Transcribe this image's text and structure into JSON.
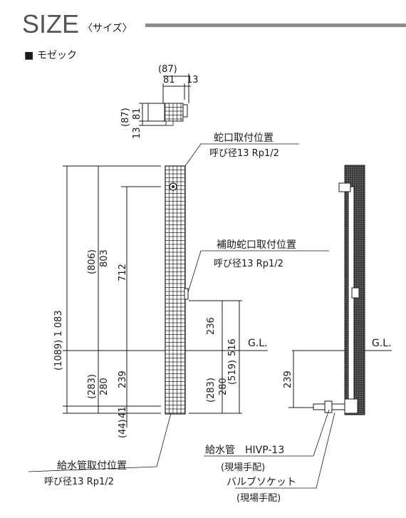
{
  "header": {
    "title": "SIZE",
    "subtitle": "〈サイズ〉",
    "bar_color": "#8c8c8c"
  },
  "section": {
    "marker": "■",
    "label": "モゼック"
  },
  "top_view": {
    "dim_overall_w": "(87)",
    "dim_w1": "81",
    "dim_w2": "13",
    "dim_overall_h": "(87)",
    "dim_h1": "81",
    "dim_h2": "13"
  },
  "front_view": {
    "dim_total": "(1089) 1 083",
    "dim_above_806": "(806)",
    "dim_above_803": "803",
    "dim_712": "712",
    "dim_283": "(283)",
    "dim_280": "280",
    "dim_239": "239",
    "dim_41": "41",
    "dim_44": "(44)",
    "dim_236": "236",
    "dim_519": "(519)",
    "dim_516": "516",
    "dim_r_283": "(283)",
    "dim_r_280": "280"
  },
  "side_view": {
    "dim_239": "239"
  },
  "labels": {
    "gl_front": "G.L.",
    "gl_side": "G.L.",
    "faucet_title": "蛇口取付位置",
    "faucet_spec": "呼び径13 Rp1/2",
    "aux_title": "補助蛇口取付位置",
    "aux_spec": "呼び径13 Rp1/2",
    "supply_title": "給水管取付位置",
    "supply_spec": "呼び径13 Rp1/2",
    "pipe_title": "給水管　HIVP-13",
    "pipe_note": "(現場手配)",
    "socket_title": "バルブソケット",
    "socket_note": "(現場手配)"
  }
}
